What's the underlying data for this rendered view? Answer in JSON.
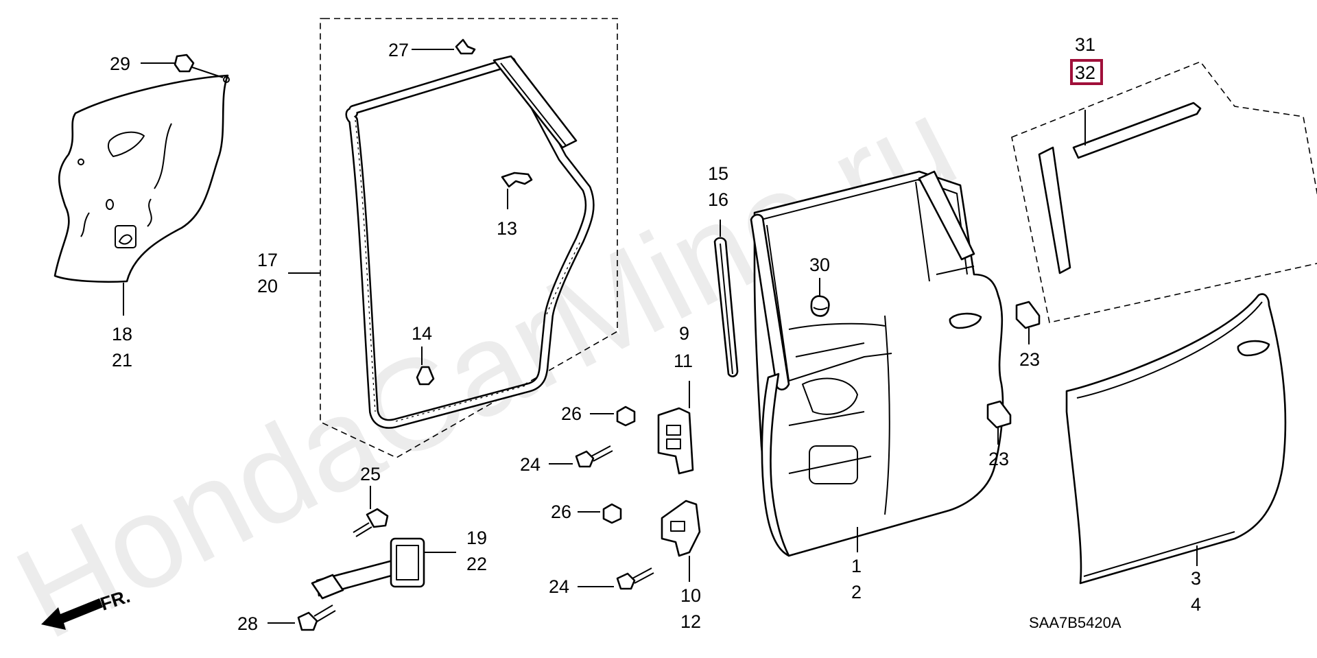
{
  "watermark": "HondaCarMine.ru",
  "diagram_code": "SAA7B5420A",
  "direction_label": "FR.",
  "highlight_color": "#a0103a",
  "callouts": {
    "c29": "29",
    "c27": "27",
    "c13": "13",
    "c14": "14",
    "c17": "17",
    "c20": "20",
    "c18": "18",
    "c21": "21",
    "c15": "15",
    "c16": "16",
    "c30": "30",
    "c31": "31",
    "c32": "32",
    "c9": "9",
    "c11": "11",
    "c26a": "26",
    "c24a": "24",
    "c26b": "26",
    "c24b": "24",
    "c10": "10",
    "c12": "12",
    "c25": "25",
    "c19": "19",
    "c22": "22",
    "c28": "28",
    "c1": "1",
    "c2": "2",
    "c3": "3",
    "c4": "4",
    "c23a": "23",
    "c23b": "23"
  }
}
